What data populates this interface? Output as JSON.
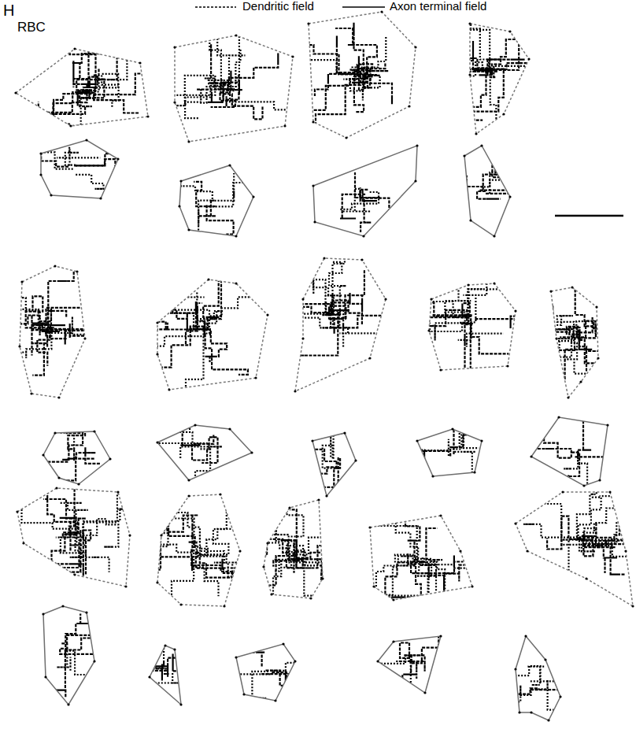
{
  "diagram": {
    "labels": [
      "H",
      "RBC"
    ],
    "legend": [
      {
        "text": "Dendritic field"
      },
      {
        "text": "Axon terminal field"
      }
    ]
  }
}
